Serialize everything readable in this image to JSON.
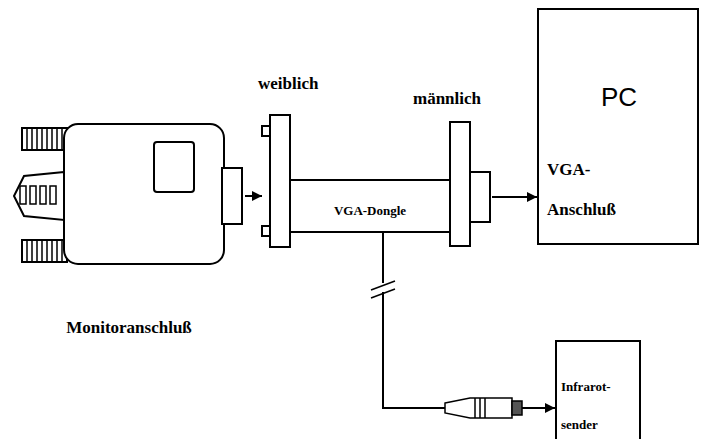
{
  "diagram": {
    "nodes": [
      {
        "text": [
          "Monitoranschluß"
        ]
      },
      {
        "text": [
          "VGA-Dongle"
        ]
      },
      {
        "text": [
          "PC",
          "VGA- Anschluß"
        ]
      },
      {
        "text": [
          "Infrarot- sender"
        ]
      }
    ],
    "edges": [
      {
        "from": 0,
        "to": 1,
        "arrow": "to"
      },
      {
        "from": 1,
        "to": 2,
        "arrow": "to"
      },
      {
        "from": 1,
        "to": 3,
        "arrow": "to"
      }
    ],
    "labels": [
      "weiblich",
      "männlich"
    ]
  }
}
